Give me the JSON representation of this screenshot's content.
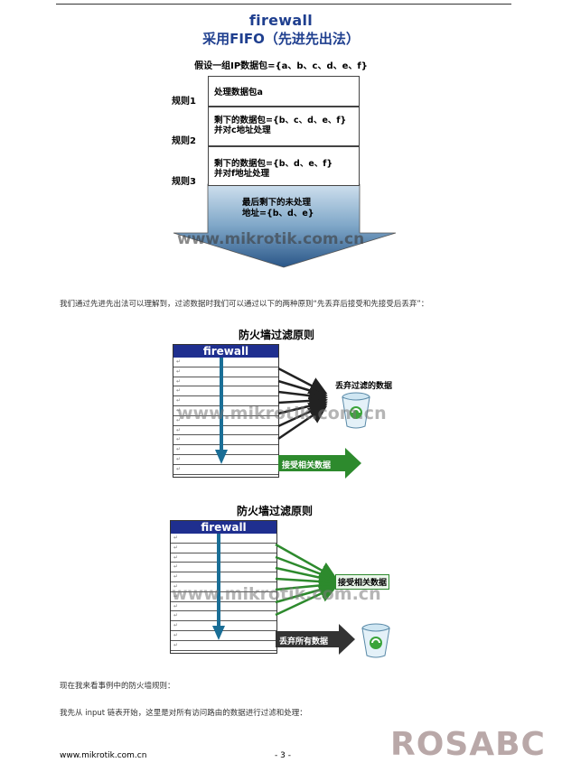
{
  "header": {
    "title": "firewall",
    "subtitle": "采用FIFO（先进先出法）",
    "assumption": "假设一组IP数据包={a、b、c、d、e、f}"
  },
  "fifo": {
    "rules": [
      "规则1",
      "规则2",
      "规则3"
    ],
    "boxes": [
      {
        "line1": "处理数据包a",
        "line2": ""
      },
      {
        "line1": "剩下的数据包={b、c、d、e、f}",
        "line2": "并对c地址处理"
      },
      {
        "line1": "剩下的数据包={b、d、e、f}",
        "line2": "并对f地址处理"
      }
    ],
    "remaining_line1": "最后剩下的未处理",
    "remaining_line2": "地址={b、d、e}"
  },
  "watermark": "www.mikrotik.com.cn",
  "paragraphs": {
    "p1": "我们通过先进先出法可以理解到，过滤数据时我们可以通过以下的两种原则“先丢弃后接受和先接受后丢弃”：",
    "p2": "现在我来看事例中的防火墙规则：",
    "p3": "我先从 input 链表开始，这里是对所有访问路由的数据进行过滤和处理："
  },
  "diagram1": {
    "title": "防火墙过滤原则",
    "table_header": "firewall",
    "drop_label": "丢弃过滤的数据",
    "accept_label": "接受相关数据"
  },
  "diagram2": {
    "title": "防火墙过滤原则",
    "table_header": "firewall",
    "accept_label": "接受相关数据",
    "drop_label": "丢弃所有数据"
  },
  "footer": {
    "site": "www.mikrotik.com.cn",
    "page": "- 3 -",
    "brand": "ROSABC"
  },
  "colors": {
    "title_blue": "#1f3f8f",
    "table_header": "#1f2f8f",
    "arrow_blue": "#1a6e96",
    "accept_green": "#2d8a2d",
    "drop_dark": "#333333"
  }
}
